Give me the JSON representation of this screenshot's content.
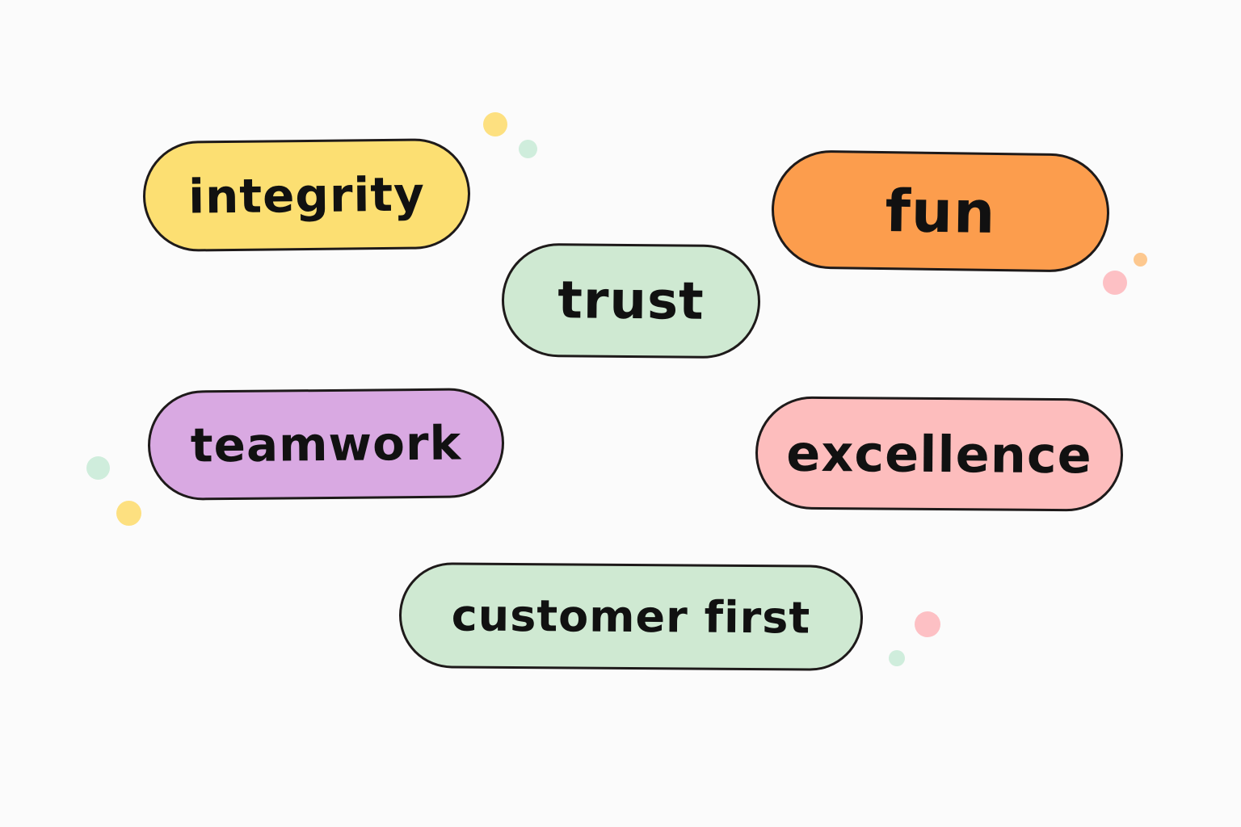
{
  "tags": [
    {
      "id": "integrity",
      "label": "integrity",
      "color": "#fcdf72"
    },
    {
      "id": "fun",
      "label": "fun",
      "color": "#fc9d4d"
    },
    {
      "id": "trust",
      "label": "trust",
      "color": "#cfe9d2"
    },
    {
      "id": "teamwork",
      "label": "teamwork",
      "color": "#d9a9e2"
    },
    {
      "id": "excellence",
      "label": "excellence",
      "color": "#fdbdbd"
    },
    {
      "id": "customer-first",
      "label": "customer first",
      "color": "#cfe9d2"
    }
  ],
  "colors": {
    "background": "#fbfbfb",
    "outline": "#1e1a1a",
    "dot_yellow": "#fde080",
    "dot_green": "#cfeddc",
    "dot_pink": "#fdc0c4",
    "dot_orange": "#fdc88f"
  }
}
